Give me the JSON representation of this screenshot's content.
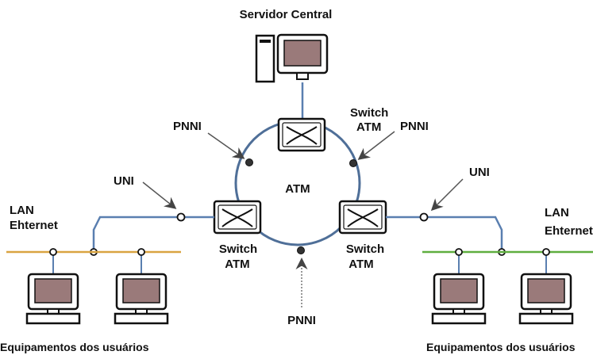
{
  "labels": {
    "server": "Servidor Central",
    "switch_top": [
      "Switch",
      "ATM"
    ],
    "switch_left": [
      "Switch",
      "ATM"
    ],
    "switch_right": [
      "Switch",
      "ATM"
    ],
    "ring": "ATM",
    "pnni_left": "PNNI",
    "pnni_right": "PNNI",
    "pnni_bottom": "PNNI",
    "uni_left": "UNI",
    "uni_right": "UNI",
    "lan_left": [
      "LAN",
      "Ehternet"
    ],
    "lan_right": [
      "LAN",
      "Ehternet"
    ],
    "users_left": "Equipamentos dos usuários",
    "users_right": "Equipamentos dos usuários"
  },
  "colors": {
    "lan_left_line": "#d9a441",
    "lan_right_line": "#5fae3f",
    "link_line": "#5a7fb0",
    "monitor_screen": "#9a7a7a"
  },
  "icons": [
    "server-tower-icon",
    "monitor-icon",
    "atm-switch-icon",
    "arrow-icon"
  ]
}
